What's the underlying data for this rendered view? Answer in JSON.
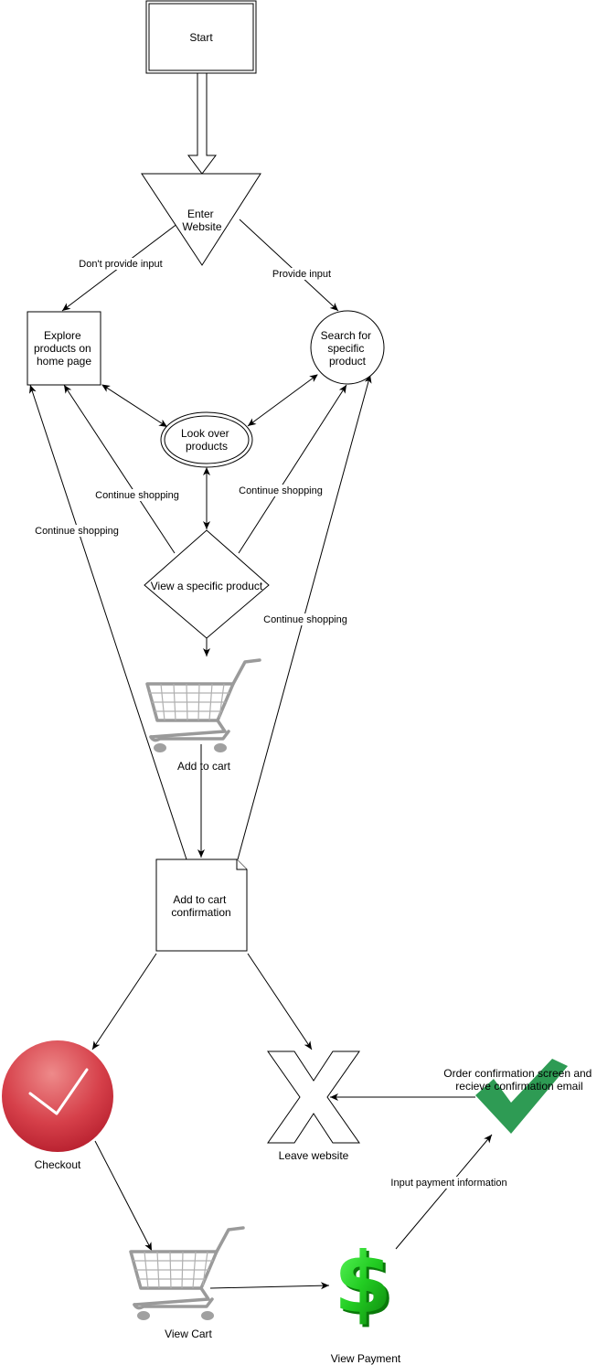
{
  "nodes": {
    "start": "Start",
    "enter_website": [
      "Enter",
      "Website"
    ],
    "explore": [
      "Explore",
      "products on",
      "home page"
    ],
    "search": [
      "Search for",
      "specific",
      "product"
    ],
    "look_over": [
      "Look over",
      "products"
    ],
    "view_product": "View a specific product",
    "add_to_cart": "Add to cart",
    "add_to_cart_confirmation": [
      "Add to cart",
      "confirmation"
    ],
    "checkout": "Checkout",
    "leave_website": "Leave website",
    "order_confirmation": [
      "Order confirmation screen and",
      "recieve confirmation email"
    ],
    "view_cart": "View Cart",
    "view_payment": "View Payment"
  },
  "edges": {
    "dont_provide_input": "Don't provide input",
    "provide_input": "Provide input",
    "continue_shopping": "Continue shopping",
    "input_payment": "Input payment information"
  },
  "colors": {
    "checkout_red": "#d0323a",
    "check_green": "#2e9b54",
    "dollar_green": "#33cc33",
    "cart_gray": "#9a9a9a"
  },
  "icons": {
    "cart": "shopping-cart-icon",
    "checkout": "red-checkmark-circle-icon",
    "leave": "x-mark-icon",
    "confirm": "green-checkmark-icon",
    "payment": "dollar-sign-icon"
  }
}
